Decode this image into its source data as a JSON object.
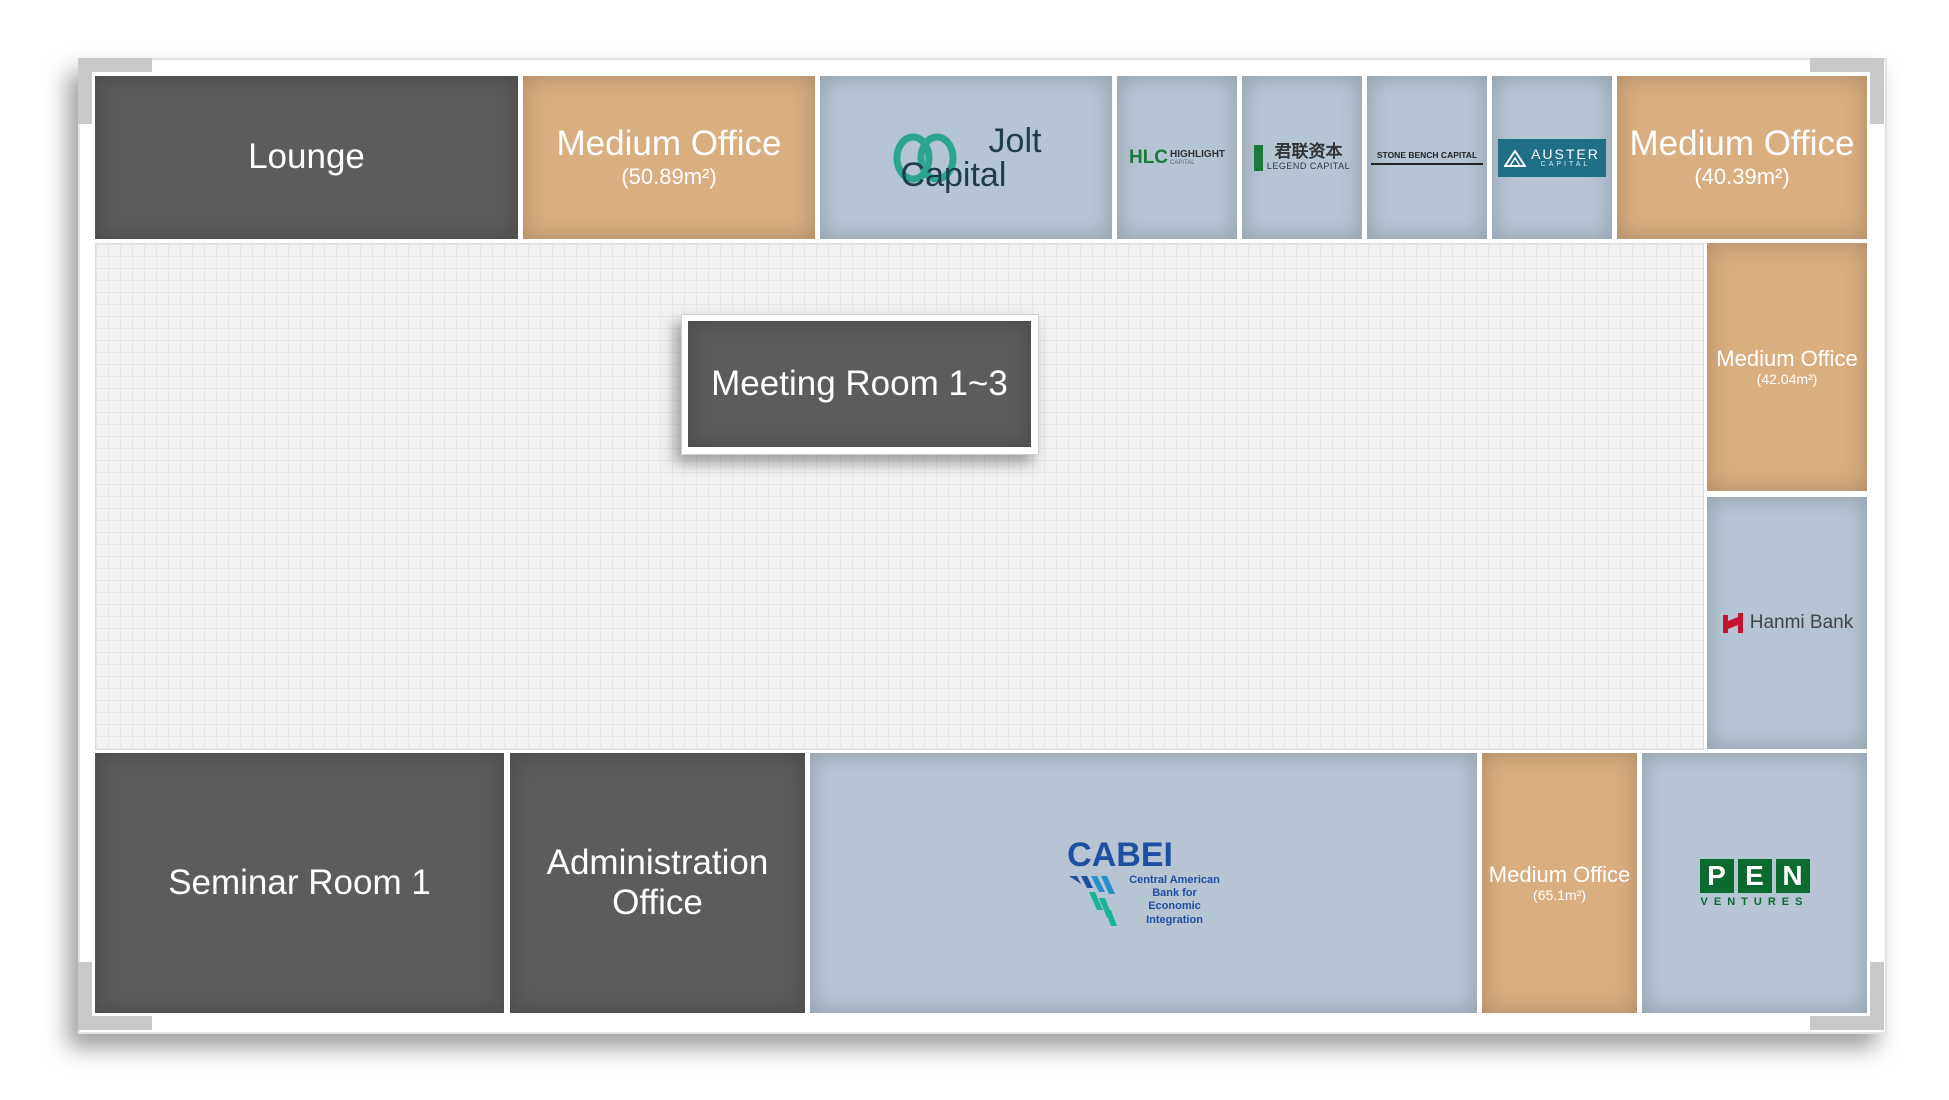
{
  "rooms": {
    "lounge": "Lounge",
    "medium_office_1": {
      "name": "Medium Office",
      "area": "(50.89m²)"
    },
    "medium_office_2": {
      "name": "Medium Office",
      "area": "(40.39m²)"
    },
    "medium_office_3": {
      "name": "Medium Office",
      "area": "(42.04m²)"
    },
    "medium_office_4": {
      "name": "Medium Office",
      "area": "(65.1m²)"
    },
    "meeting_room": "Meeting Room 1~3",
    "seminar_room": "Seminar Room 1",
    "admin_office_line1": "Administration",
    "admin_office_line2": "Office"
  },
  "tenants": {
    "jolt": {
      "line1": "Jolt",
      "line2": "Capital",
      "color": "#1d3d4a",
      "accent": "#2ba58c"
    },
    "hlc": {
      "mark": "HLC",
      "text": "HIGHLIGHT",
      "sub": "CAPITAL",
      "color": "#1a7a3a"
    },
    "legend": {
      "cn": "君联资本",
      "en": "LEGEND CAPITAL"
    },
    "stonebench": {
      "text": "STONE BENCH CAPITAL"
    },
    "auster": {
      "text": "AUSTER",
      "sub": "CAPITAL",
      "bg": "#1f6f86"
    },
    "hanmi": {
      "text": "Hanmi Bank",
      "mark_color": "#c4122f"
    },
    "cabei": {
      "name": "CABEI",
      "lines": [
        "Central American",
        "Bank for",
        "Economic",
        "Integration"
      ],
      "color": "#1f4fa0"
    },
    "pen": {
      "letters": [
        "P",
        "E",
        "N"
      ],
      "sub": "VENTURES",
      "color": "#0b6b2e"
    }
  },
  "colors": {
    "dark_room": "#5c5c5c",
    "office": "#d9ae81",
    "tenant": "#b6c5d4",
    "corridor": "#f2f2f2"
  }
}
